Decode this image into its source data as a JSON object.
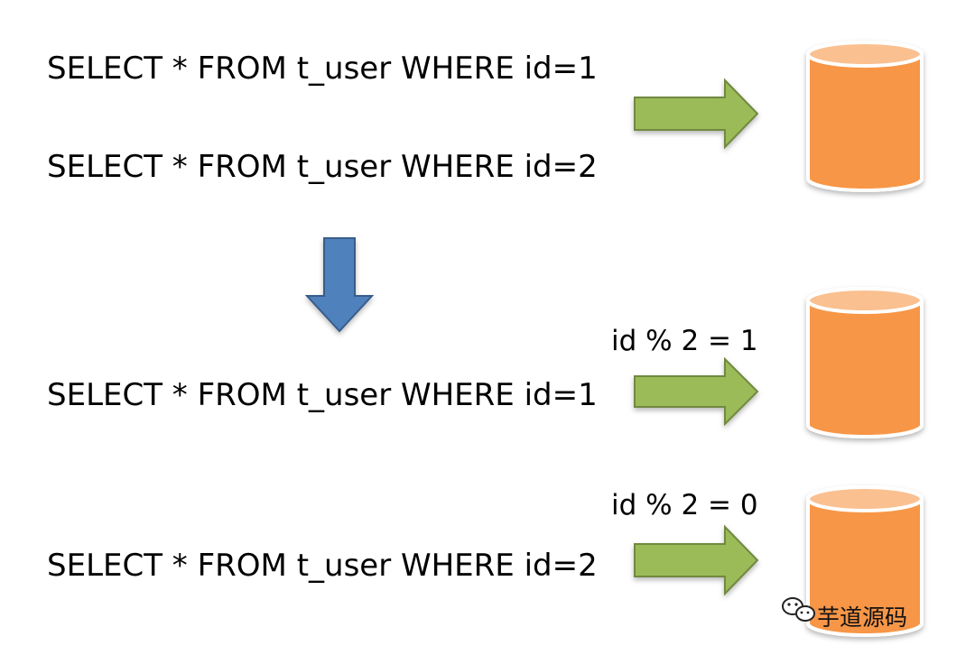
{
  "colors": {
    "background": "#ffffff",
    "green_arrow_fill": "#9bbb59",
    "green_arrow_stroke": "#71893f",
    "blue_arrow_fill": "#4f81bd",
    "blue_arrow_stroke": "#385d8a",
    "db_body": "#f79646",
    "db_top": "#fac090",
    "db_rim": "#ffffff"
  },
  "top_section": {
    "queries": [
      "SELECT * FROM t_user WHERE id=1",
      "SELECT * FROM t_user WHERE id=2"
    ],
    "arrow_icon": "green-right-arrow",
    "database_icon": "database-cylinder"
  },
  "transition_icon": "blue-down-arrow",
  "bottom_section": {
    "routes": [
      {
        "query": "SELECT * FROM t_user WHERE id=1",
        "condition": "id % 2 = 1",
        "database_icon": "database-cylinder"
      },
      {
        "query": "SELECT * FROM t_user WHERE id=2",
        "condition": "id % 2 = 0",
        "database_icon": "database-cylinder"
      }
    ]
  },
  "watermark": {
    "icon": "wechat-icon",
    "text": "芋道源码"
  }
}
